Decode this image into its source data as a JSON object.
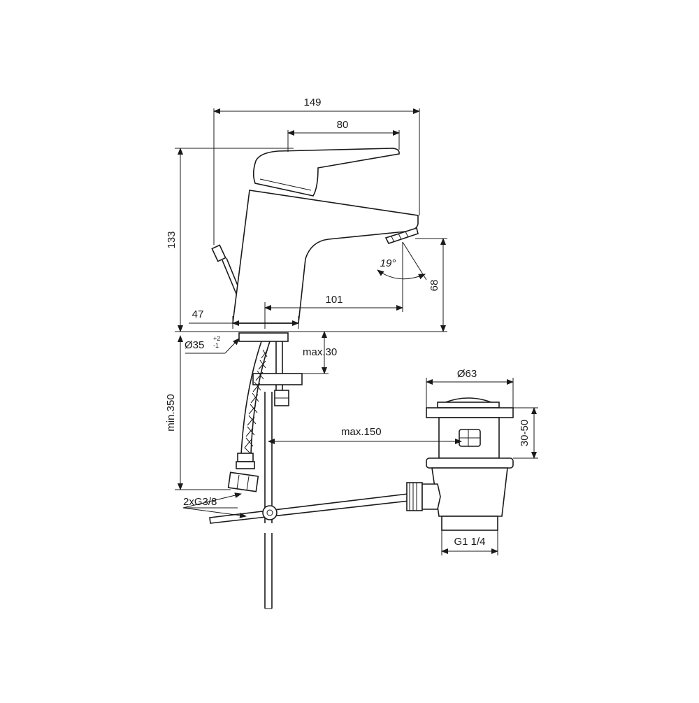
{
  "dimensions": {
    "total_width": "149",
    "lever_length": "80",
    "height": "133",
    "spout_height": "68",
    "spout_reach": "101",
    "base_offset": "47",
    "hole_diameter": "Ø35",
    "hole_tol_plus": "+2",
    "hole_tol_minus": "-1",
    "max_thickness": "max.30",
    "hose_length": "min.350",
    "connection": "2xG3/8",
    "rod_reach": "max.150",
    "waste_diameter": "Ø63",
    "waste_range": "30-50",
    "waste_thread": "G1 1/4",
    "spout_angle": "19°"
  },
  "colors": {
    "line": "#1a1a1a",
    "background": "#ffffff"
  }
}
